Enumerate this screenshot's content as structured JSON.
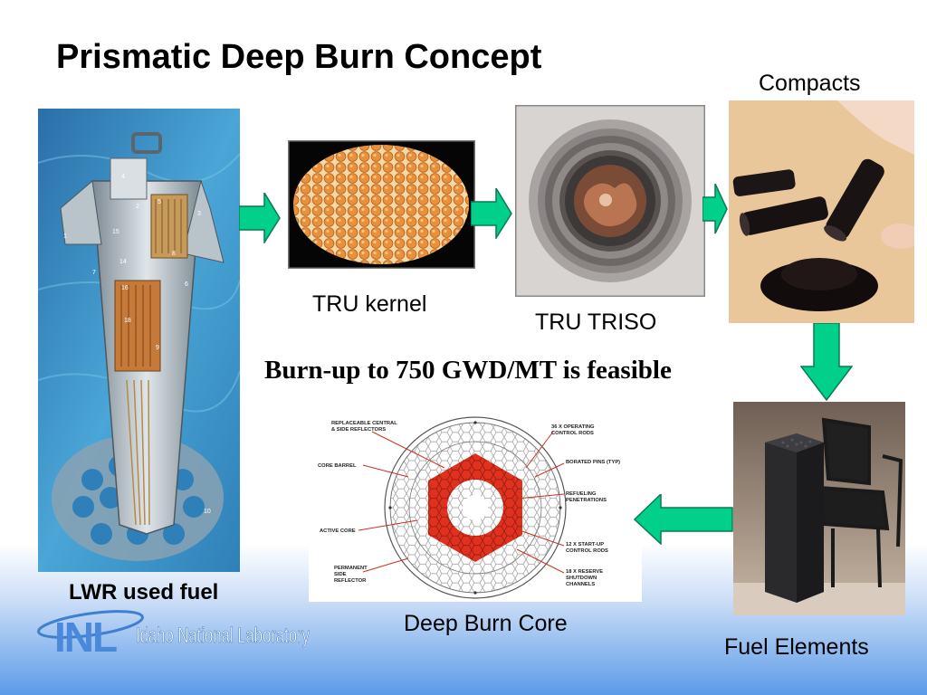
{
  "slide": {
    "title": "Prismatic Deep Burn Concept",
    "headline": "Burn-up to 750 GWD/MT is feasible"
  },
  "images": {
    "lwr_fuel": {
      "caption": "LWR used fuel",
      "numbers": [
        "1",
        "2",
        "3",
        "4",
        "5",
        "6",
        "7",
        "8",
        "9",
        "10",
        "14",
        "15",
        "16",
        "18"
      ]
    },
    "tru_kernel": {
      "caption": "TRU kernel"
    },
    "tru_triso": {
      "caption": "TRU TRISO"
    },
    "compacts": {
      "caption": "Compacts"
    },
    "fuel_elements": {
      "caption": "Fuel Elements"
    },
    "deep_burn_core": {
      "caption": "Deep Burn Core",
      "callouts": {
        "replaceable_reflectors": [
          "REPLACEABLE CENTRAL",
          "& SIDE REFLECTORS"
        ],
        "core_barrel": [
          "CORE BARREL"
        ],
        "active_core": [
          "ACTIVE CORE"
        ],
        "permanent_reflector": [
          "PERMANENT",
          "SIDE",
          "REFLECTOR"
        ],
        "operating_rods": [
          "36 X OPERATING",
          "CONTROL RODS"
        ],
        "borated_pins": [
          "BORATED PINS (TYP)"
        ],
        "refueling": [
          "REFUELING",
          "PENETRATIONS"
        ],
        "startup_rods": [
          "12 X START-UP",
          "CONTROL RODS"
        ],
        "reserve_shutdown": [
          "18 X RESERVE",
          "SHUTDOWN",
          "CHANNELS"
        ]
      }
    }
  },
  "logo": {
    "mark": "INL",
    "text": "Idaho National Laboratory"
  },
  "colors": {
    "arrow": "#00d08a",
    "arrow_stroke": "#0a7a52",
    "core_red": "#e0301e",
    "logo_blue": "#5b9be8"
  }
}
